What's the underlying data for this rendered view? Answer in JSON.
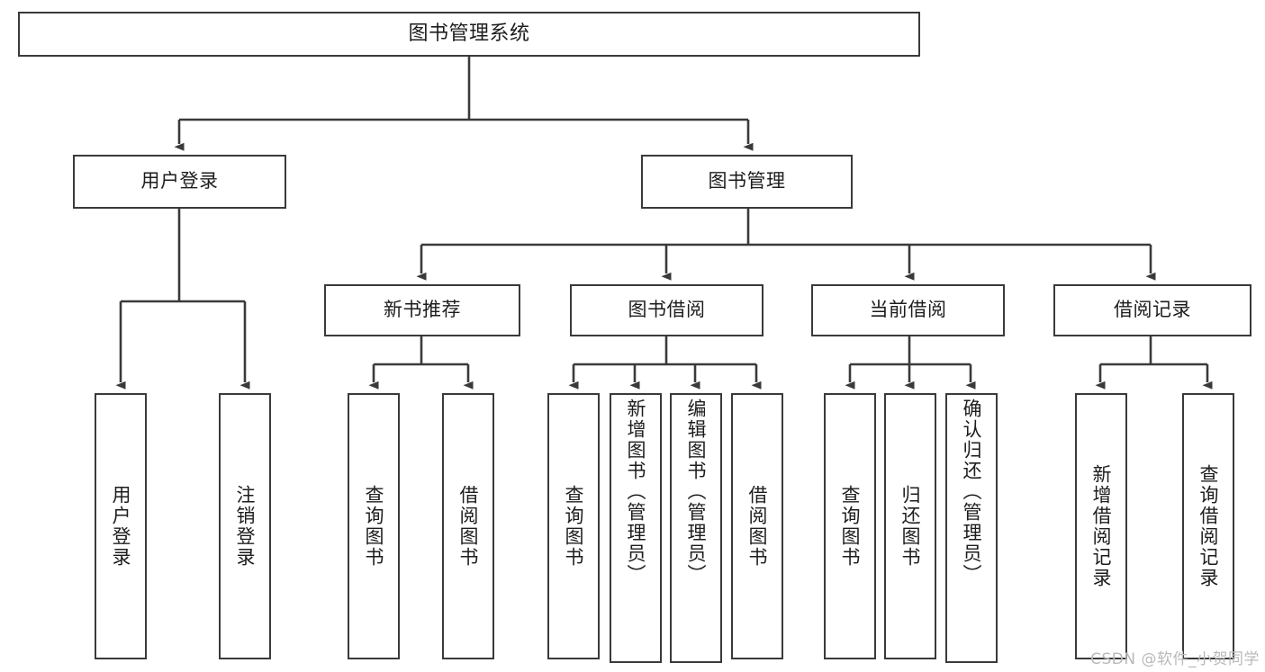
{
  "diagram": {
    "title": "图书管理系统",
    "type": "tree-hierarchy",
    "nodes": {
      "root": {
        "label": "图书管理系统"
      },
      "level1": [
        {
          "id": "user-login",
          "label": "用户登录"
        },
        {
          "id": "book-management",
          "label": "图书管理"
        }
      ],
      "level2": [
        {
          "id": "new-book-recommend",
          "label": "新书推荐"
        },
        {
          "id": "book-borrow",
          "label": "图书借阅"
        },
        {
          "id": "current-borrow",
          "label": "当前借阅"
        },
        {
          "id": "borrow-record",
          "label": "借阅记录"
        }
      ],
      "leaves": {
        "user_login": [
          {
            "id": "leaf-user-login",
            "label": "用户登录"
          },
          {
            "id": "leaf-logout-login",
            "label": "注销登录"
          }
        ],
        "new_book_recommend": [
          {
            "id": "leaf-query-book-1",
            "label": "查询图书"
          },
          {
            "id": "leaf-borrow-book-1",
            "label": "借阅图书"
          }
        ],
        "book_borrow": [
          {
            "id": "leaf-query-book-2",
            "label": "查询图书"
          },
          {
            "id": "leaf-add-book-admin",
            "label": "新增图书（管理员）"
          },
          {
            "id": "leaf-edit-book-admin",
            "label": "编辑图书（管理员）"
          },
          {
            "id": "leaf-borrow-book-2",
            "label": "借阅图书"
          }
        ],
        "current_borrow": [
          {
            "id": "leaf-query-book-3",
            "label": "查询图书"
          },
          {
            "id": "leaf-return-book",
            "label": "归还图书"
          },
          {
            "id": "leaf-confirm-return-admin",
            "label": "确认归还（管理员）"
          }
        ],
        "borrow_record": [
          {
            "id": "leaf-add-borrow-record",
            "label": "新增借阅记录"
          },
          {
            "id": "leaf-query-borrow-record",
            "label": "查询借阅记录"
          }
        ]
      }
    },
    "colors": {
      "border": "#3a3a3a",
      "background": "#ffffff",
      "text": "#1d1d1d",
      "watermark": "#b9b9b9"
    }
  },
  "watermark": {
    "text": "CSDN @软件_小贺同学"
  }
}
